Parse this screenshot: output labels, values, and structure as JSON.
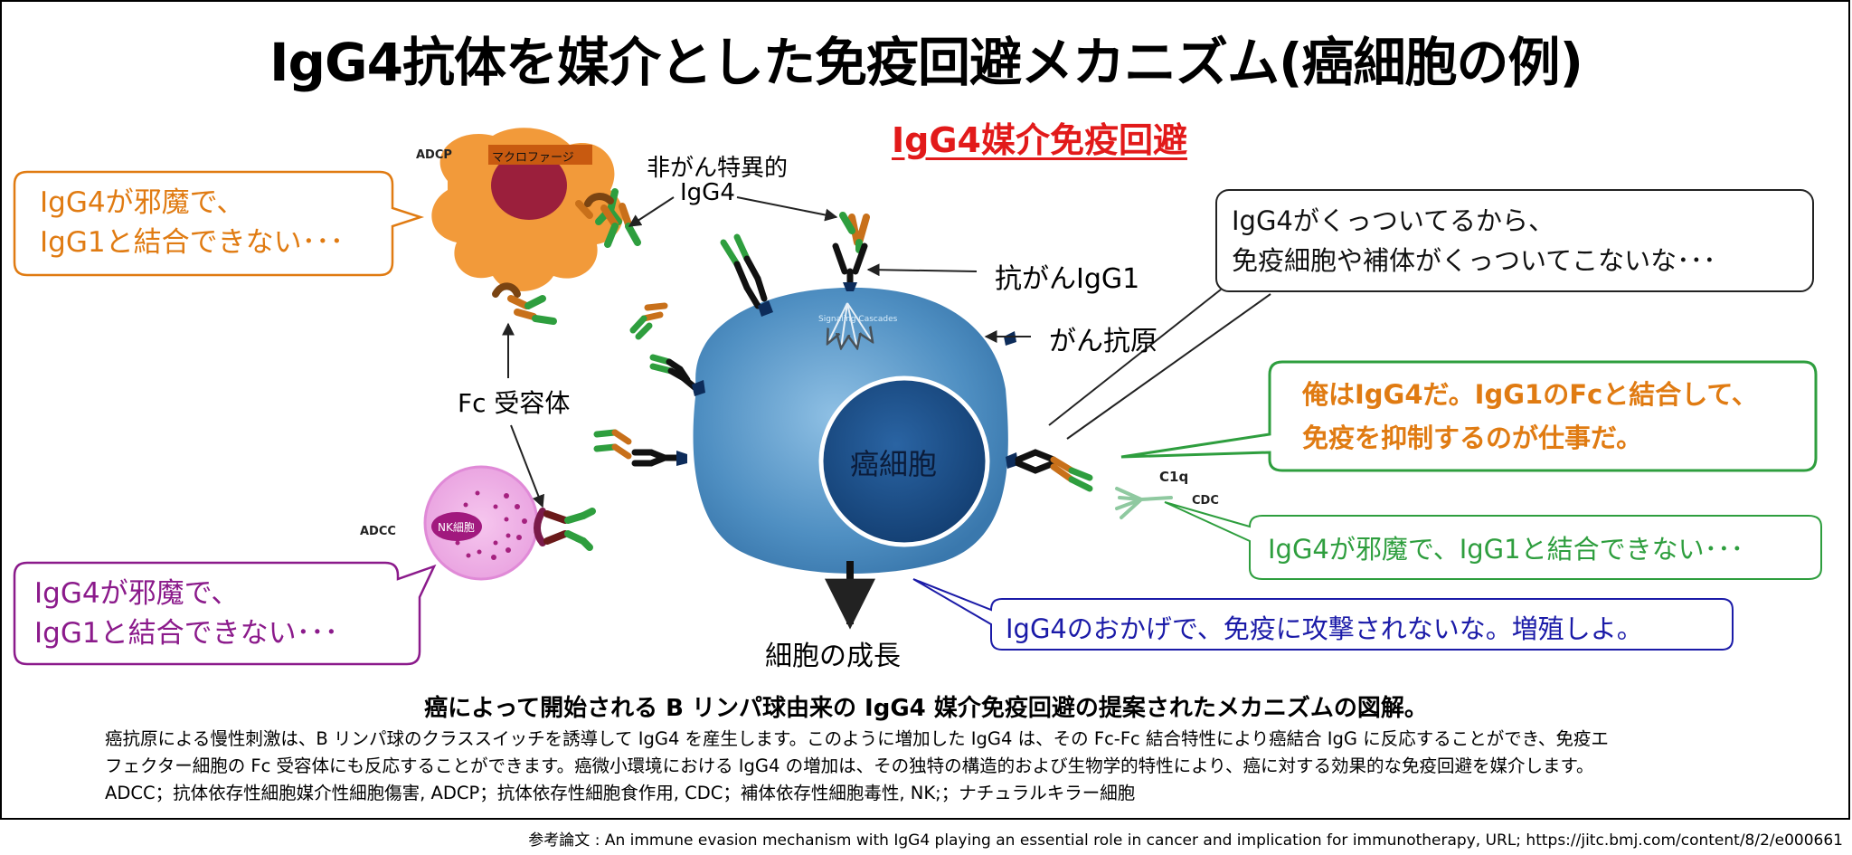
{
  "title": "IgG4抗体を媒介とした免疫回避メカニズム(癌細胞の例)",
  "subtitle": "IgG4媒介免疫回避",
  "diagram": {
    "adcp_label": "ADCP",
    "macrophage_label": "マクロファージ",
    "adcc_label": "ADCC",
    "nk_label": "NK細胞",
    "nonspecific_label_1": "非がん特異的",
    "nonspecific_label_2": "IgG4",
    "anti_cancer_igg1": "抗がんIgG1",
    "cancer_antigen": "がん抗原",
    "fc_receptor": "Fc 受容体",
    "cancer_cell": "癌細胞",
    "signaling": "Signaling Cascades",
    "c1q": "C1q",
    "cdc": "CDC",
    "cell_growth": "細胞の成長"
  },
  "bubbles": {
    "macrophage": [
      "IgG4が邪魔で、",
      "IgG1と結合できない･･･"
    ],
    "nk": [
      "IgG4が邪魔で、",
      "IgG1と結合できない･･･"
    ],
    "top_right": [
      "IgG4がくっついてるから、",
      "免疫細胞や補体がくっついてこないな･･･"
    ],
    "igg4_voice": [
      "俺はIgG4だ。IgG1のFcと結合して、",
      "免疫を抑制するのが仕事だ。"
    ],
    "complement": [
      "IgG4が邪魔で、IgG1と結合できない･･･"
    ],
    "evasion": [
      "IgG4のおかげで、免疫に攻撃されないな。増殖しよ。"
    ]
  },
  "caption": {
    "title": "癌によって開始される B リンパ球由来の IgG4 媒介免疫回避の提案されたメカニズムの図解。",
    "lines": [
      "癌抗原による慢性刺激は、B リンパ球のクラススイッチを誘導して IgG4 を産生します。このように増加した IgG4 は、その Fc-Fc 結合特性により癌結合 IgG に反応することができ、免疫エ",
      "フェクター細胞の Fc 受容体にも反応することができます。癌微小環境における IgG4 の増加は、その独特の構造的および生物学的特性により、癌に対する効果的な免疫回避を媒介します。",
      "ADCC；抗体依存性細胞媒介性細胞傷害, ADCP；抗体依存性細胞食作用, CDC；補体依存性細胞毒性, NK;；ナチュラルキラー細胞"
    ]
  },
  "reference": "参考論文 : An immune evasion mechanism with IgG4 playing an essential role in cancer and implication for immunotherapy, URL; https://jitc.bmj.com/content/8/2/e000661",
  "colors": {
    "orange": "#e07b12",
    "purple": "#8b1a8b",
    "green": "#2e9e3e",
    "blue": "#1b1ba8",
    "red": "#e21a1a",
    "cell": "#4f8fc2",
    "nucleus": "#1d4f8a"
  }
}
